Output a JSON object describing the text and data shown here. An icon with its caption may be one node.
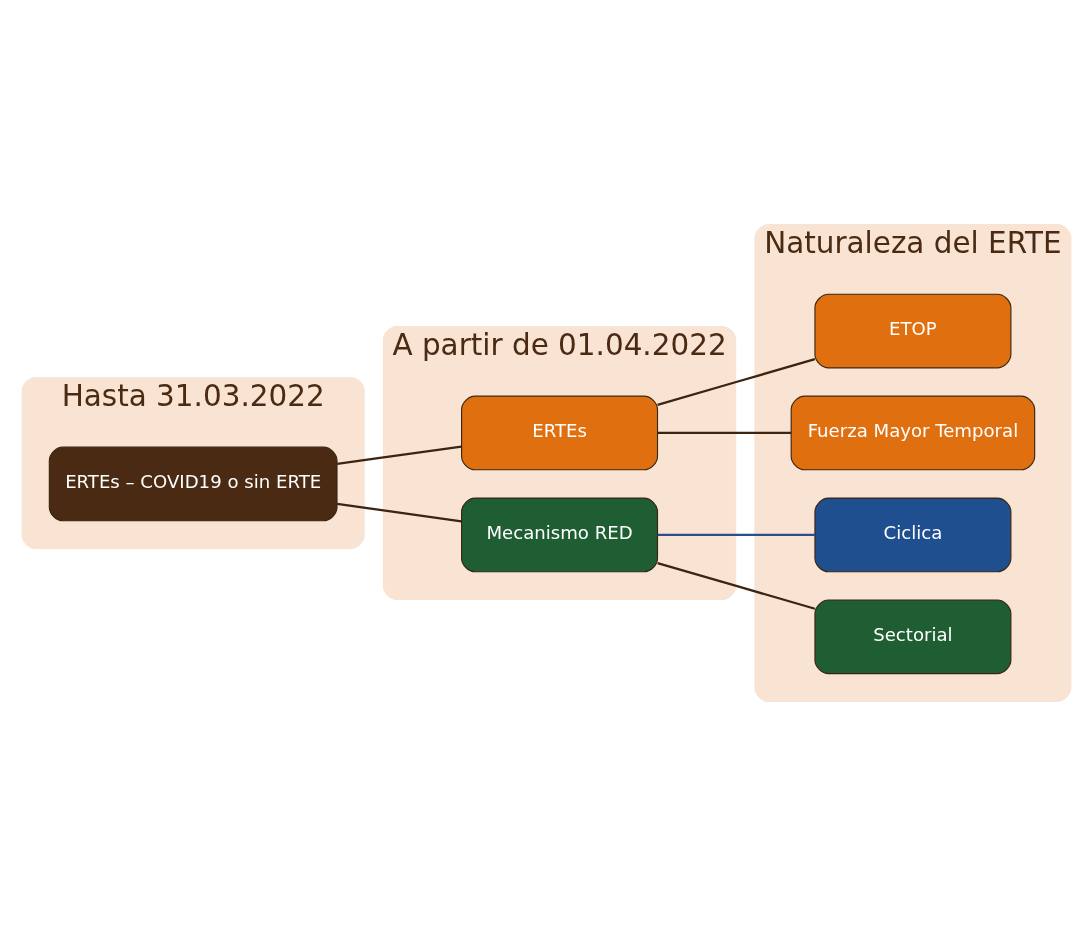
{
  "diagram": {
    "nodes": [
      {
        "text": [
          "Hasta 31.03.2022"
        ]
      },
      {
        "text": [
          "A partir de 01.04.2022"
        ]
      },
      {
        "text": [
          "Naturaleza del ERTE"
        ]
      },
      {
        "text": [
          "ERTEs – COVID19 o sin ERTE"
        ],
        "in": 0
      },
      {
        "text": [
          "ERTEs"
        ],
        "in": 1
      },
      {
        "text": [
          "Mecanismo RED"
        ],
        "in": 1
      },
      {
        "text": [
          "ETOP"
        ],
        "in": 2
      },
      {
        "text": [
          "Fuerza Mayor Temporal"
        ],
        "in": 2
      },
      {
        "text": [
          "Ciclica"
        ],
        "in": 2
      },
      {
        "text": [
          "Sectorial"
        ],
        "in": 2
      }
    ],
    "edges": [
      {
        "from": 3,
        "to": 4,
        "arrow": "none"
      },
      {
        "from": 3,
        "to": 5,
        "arrow": "none"
      },
      {
        "from": 4,
        "to": 6,
        "arrow": "none"
      },
      {
        "from": 4,
        "to": 7,
        "arrow": "none"
      },
      {
        "from": 5,
        "to": 8,
        "arrow": "none",
        "color": "#2a4f8a"
      },
      {
        "from": 5,
        "to": 9,
        "arrow": "none"
      }
    ]
  }
}
